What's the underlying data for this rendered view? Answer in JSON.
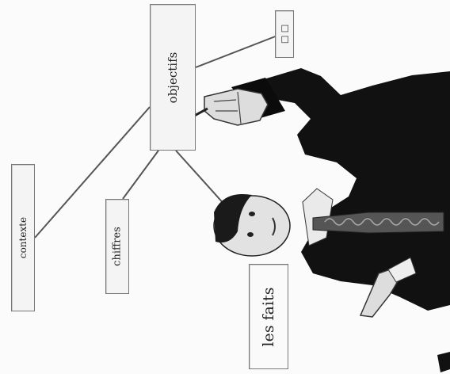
{
  "diagram": {
    "center": {
      "label": "objectifs"
    },
    "branches": [
      {
        "id": "small",
        "label": "□ □"
      },
      {
        "id": "contexte",
        "label": "contexte"
      },
      {
        "id": "chiffres",
        "label": "chiffres"
      },
      {
        "id": "lesfaits",
        "label": "les faits"
      }
    ]
  },
  "colors": {
    "line": "#555555",
    "box_border": "#777777",
    "suit": "#101010",
    "page": "#fbfbfb"
  }
}
